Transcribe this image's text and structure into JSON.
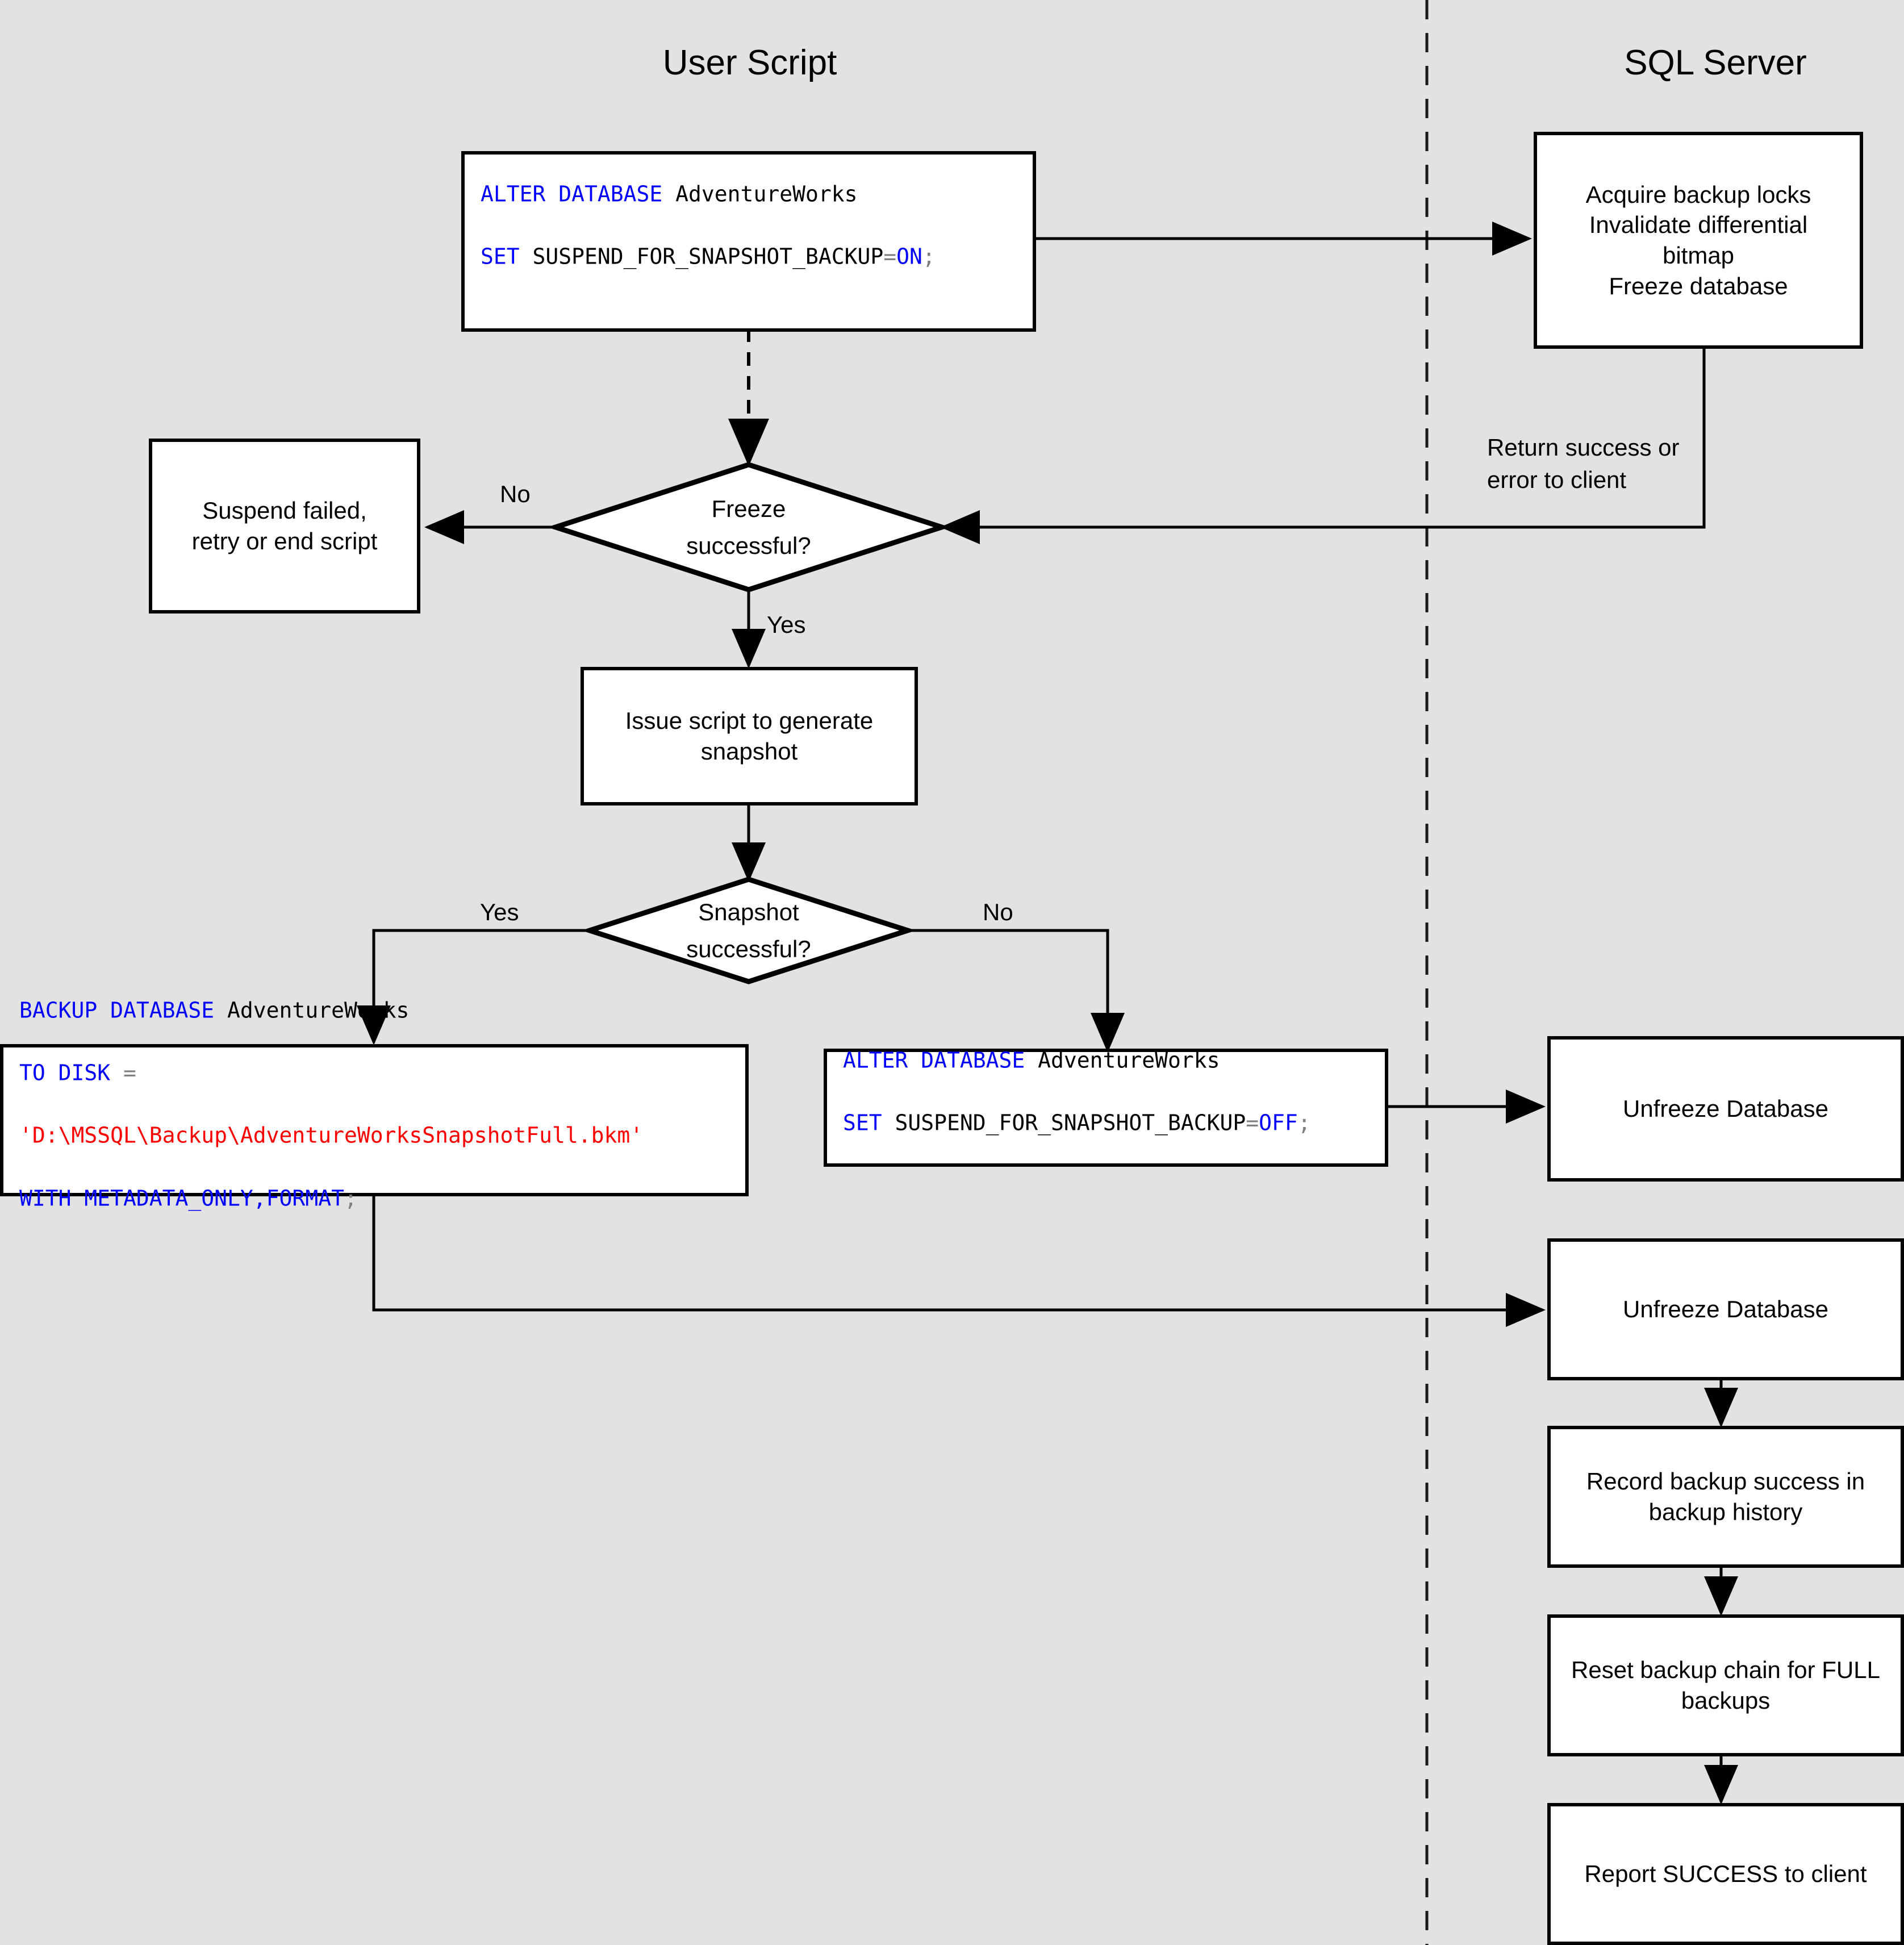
{
  "diagram": {
    "title_user_script": "User Script",
    "title_sql_server": "SQL Server",
    "background_color": "#e2e2e2",
    "node_fill": "#ffffff",
    "node_stroke": "#000000",
    "keyword_color": "#0000ff",
    "string_color": "#ff0000",
    "operator_color": "#808080"
  },
  "nodes": {
    "alter_on": {
      "name": "alter-database-on-statement",
      "line1_kw": "ALTER DATABASE ",
      "line1_id": "AdventureWorks",
      "line2_kw": "SET ",
      "line2_id": "SUSPEND_FOR_SNAPSHOT_BACKUP",
      "line2_op": "=",
      "line2_val": "ON",
      "line2_semi": ";"
    },
    "acquire_locks": {
      "name": "acquire-backup-locks",
      "line1": "Acquire backup locks",
      "line2": "Invalidate differential",
      "line3": "bitmap",
      "line4": "Freeze database"
    },
    "suspend_failed": {
      "name": "suspend-failed",
      "line1": "Suspend failed,",
      "line2": "retry or end script"
    },
    "freeze_decision": {
      "name": "freeze-successful-decision",
      "line1": "Freeze",
      "line2": "successful?"
    },
    "issue_script": {
      "name": "issue-script-generate-snapshot",
      "line1": "Issue script to generate",
      "line2": "snapshot"
    },
    "snapshot_decision": {
      "name": "snapshot-successful-decision",
      "line1": "Snapshot",
      "line2": "successful?"
    },
    "backup_database": {
      "name": "backup-database-statement",
      "line1_kw": "BACKUP DATABASE ",
      "line1_id": "AdventureWorks",
      "line2_kw": "TO DISK ",
      "line2_op": "=",
      "line3_str": "'D:\\MSSQL\\Backup\\AdventureWorksSnapshotFull.bkm'",
      "line4_kw": "WITH METADATA_ONLY,FORMAT",
      "line4_semi": ";"
    },
    "alter_off": {
      "name": "alter-database-off-statement",
      "line1_kw": "ALTER DATABASE ",
      "line1_id": "AdventureWorks",
      "line2_kw": "SET ",
      "line2_id": "SUSPEND_FOR_SNAPSHOT_BACKUP",
      "line2_op": "=",
      "line2_val": "OFF",
      "line2_semi": ";"
    },
    "unfreeze_1": {
      "name": "unfreeze-database-1",
      "label": "Unfreeze Database"
    },
    "unfreeze_2": {
      "name": "unfreeze-database-2",
      "label": "Unfreeze Database"
    },
    "record_backup": {
      "name": "record-backup-success",
      "line1": "Record backup success in",
      "line2": "backup history"
    },
    "reset_chain": {
      "name": "reset-backup-chain",
      "line1": "Reset backup chain for FULL",
      "line2": "backups"
    },
    "report_success": {
      "name": "report-success-to-client",
      "label": "Report SUCCESS to client"
    }
  },
  "edge_labels": {
    "freeze_no": "No",
    "freeze_yes": "Yes",
    "snapshot_yes": "Yes",
    "snapshot_no": "No",
    "return_client": "Return success or\nerror to client"
  }
}
